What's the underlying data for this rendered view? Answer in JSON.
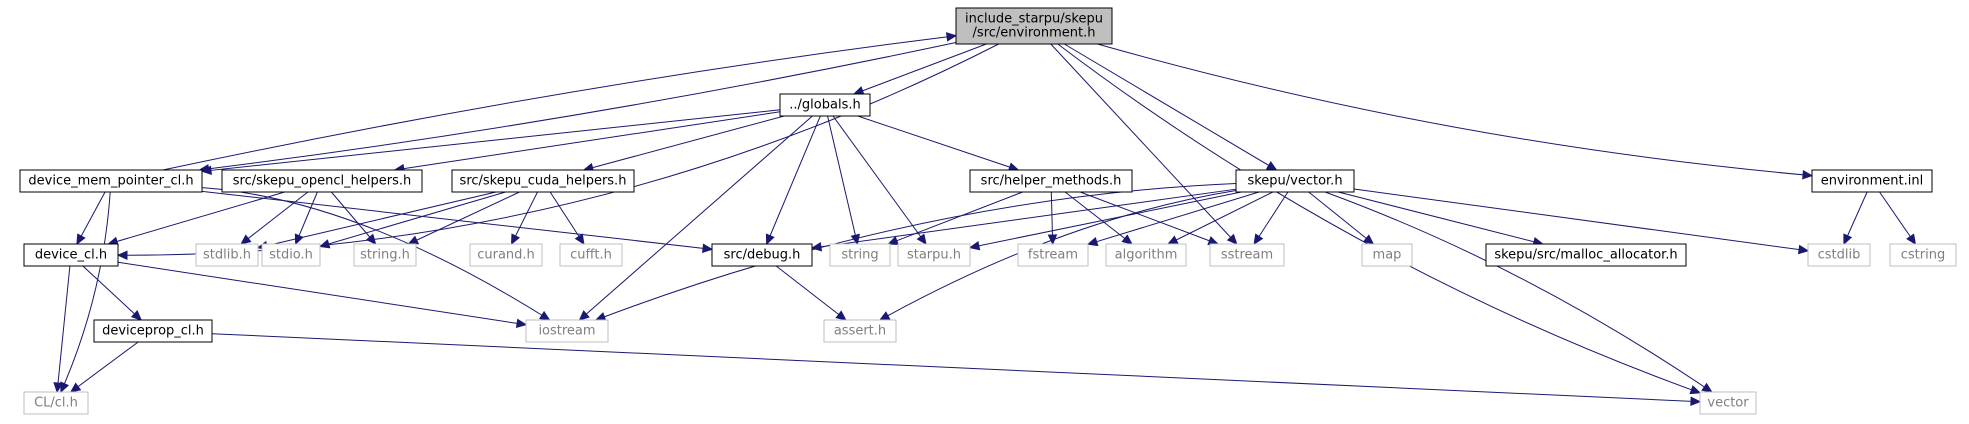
{
  "diagram": {
    "colors": {
      "edge": "#191970",
      "root_fill": "#bfbfbf",
      "box_border": "#000000",
      "leaf_border": "#bfbfbf",
      "leaf_text": "#7f7f7f"
    },
    "nodes": [
      {
        "id": "env",
        "lines": [
          "include_starpu/skepu",
          "/src/environment.h"
        ],
        "style": "root"
      },
      {
        "id": "globals",
        "lines": [
          "../globals.h"
        ],
        "style": "box"
      },
      {
        "id": "dmp",
        "lines": [
          "device_mem_pointer_cl.h"
        ],
        "style": "box"
      },
      {
        "id": "ocl",
        "lines": [
          "src/skepu_opencl_helpers.h"
        ],
        "style": "box"
      },
      {
        "id": "cuda",
        "lines": [
          "src/skepu_cuda_helpers.h"
        ],
        "style": "box"
      },
      {
        "id": "helper",
        "lines": [
          "src/helper_methods.h"
        ],
        "style": "box"
      },
      {
        "id": "vector_h",
        "lines": [
          "skepu/vector.h"
        ],
        "style": "box"
      },
      {
        "id": "envinl",
        "lines": [
          "environment.inl"
        ],
        "style": "box"
      },
      {
        "id": "devcl",
        "lines": [
          "device_cl.h"
        ],
        "style": "box"
      },
      {
        "id": "stdlib",
        "lines": [
          "stdlib.h"
        ],
        "style": "leaf"
      },
      {
        "id": "stdio",
        "lines": [
          "stdio.h"
        ],
        "style": "leaf"
      },
      {
        "id": "stringh",
        "lines": [
          "string.h"
        ],
        "style": "leaf"
      },
      {
        "id": "curand",
        "lines": [
          "curand.h"
        ],
        "style": "leaf"
      },
      {
        "id": "cufft",
        "lines": [
          "cufft.h"
        ],
        "style": "leaf"
      },
      {
        "id": "debug",
        "lines": [
          "src/debug.h"
        ],
        "style": "box"
      },
      {
        "id": "string",
        "lines": [
          "string"
        ],
        "style": "leaf"
      },
      {
        "id": "starpu",
        "lines": [
          "starpu.h"
        ],
        "style": "leaf"
      },
      {
        "id": "fstream",
        "lines": [
          "fstream"
        ],
        "style": "leaf"
      },
      {
        "id": "algorithm",
        "lines": [
          "algorithm"
        ],
        "style": "leaf"
      },
      {
        "id": "sstream",
        "lines": [
          "sstream"
        ],
        "style": "leaf"
      },
      {
        "id": "map",
        "lines": [
          "map"
        ],
        "style": "leaf"
      },
      {
        "id": "malloc",
        "lines": [
          "skepu/src/malloc_allocator.h"
        ],
        "style": "box"
      },
      {
        "id": "cstdlib",
        "lines": [
          "cstdlib"
        ],
        "style": "leaf"
      },
      {
        "id": "cstring",
        "lines": [
          "cstring"
        ],
        "style": "leaf"
      },
      {
        "id": "devprop",
        "lines": [
          "deviceprop_cl.h"
        ],
        "style": "box"
      },
      {
        "id": "iostream",
        "lines": [
          "iostream"
        ],
        "style": "leaf"
      },
      {
        "id": "assert",
        "lines": [
          "assert.h"
        ],
        "style": "leaf"
      },
      {
        "id": "clcl",
        "lines": [
          "CL/cl.h"
        ],
        "style": "leaf"
      },
      {
        "id": "vector",
        "lines": [
          "vector"
        ],
        "style": "leaf"
      }
    ],
    "edges": [
      [
        "env",
        "globals"
      ],
      [
        "env",
        "dmp"
      ],
      [
        "env",
        "devcl"
      ],
      [
        "env",
        "vector_h"
      ],
      [
        "env",
        "envinl"
      ],
      [
        "env",
        "sstream"
      ],
      [
        "env",
        "vector"
      ],
      [
        "globals",
        "dmp"
      ],
      [
        "globals",
        "ocl"
      ],
      [
        "globals",
        "cuda"
      ],
      [
        "globals",
        "helper"
      ],
      [
        "globals",
        "debug"
      ],
      [
        "globals",
        "string"
      ],
      [
        "globals",
        "starpu"
      ],
      [
        "globals",
        "iostream"
      ],
      [
        "dmp",
        "env"
      ],
      [
        "dmp",
        "devcl"
      ],
      [
        "dmp",
        "debug"
      ],
      [
        "dmp",
        "iostream"
      ],
      [
        "dmp",
        "clcl"
      ],
      [
        "ocl",
        "devcl"
      ],
      [
        "ocl",
        "stdlib"
      ],
      [
        "ocl",
        "stdio"
      ],
      [
        "ocl",
        "stringh"
      ],
      [
        "cuda",
        "stdlib"
      ],
      [
        "cuda",
        "stdio"
      ],
      [
        "cuda",
        "stringh"
      ],
      [
        "cuda",
        "curand"
      ],
      [
        "cuda",
        "cufft"
      ],
      [
        "helper",
        "string"
      ],
      [
        "helper",
        "fstream"
      ],
      [
        "helper",
        "algorithm"
      ],
      [
        "helper",
        "sstream"
      ],
      [
        "vector_h",
        "debug"
      ],
      [
        "vector_h",
        "starpu"
      ],
      [
        "vector_h",
        "fstream"
      ],
      [
        "vector_h",
        "algorithm"
      ],
      [
        "vector_h",
        "sstream"
      ],
      [
        "vector_h",
        "map"
      ],
      [
        "vector_h",
        "malloc"
      ],
      [
        "vector_h",
        "cstdlib"
      ],
      [
        "vector_h",
        "vector"
      ],
      [
        "vector_h",
        "iostream"
      ],
      [
        "vector_h",
        "assert"
      ],
      [
        "envinl",
        "cstdlib"
      ],
      [
        "envinl",
        "cstring"
      ],
      [
        "devcl",
        "devprop"
      ],
      [
        "devcl",
        "clcl"
      ],
      [
        "devcl",
        "iostream"
      ],
      [
        "devprop",
        "clcl"
      ],
      [
        "devprop",
        "vector"
      ],
      [
        "debug",
        "assert"
      ]
    ]
  }
}
